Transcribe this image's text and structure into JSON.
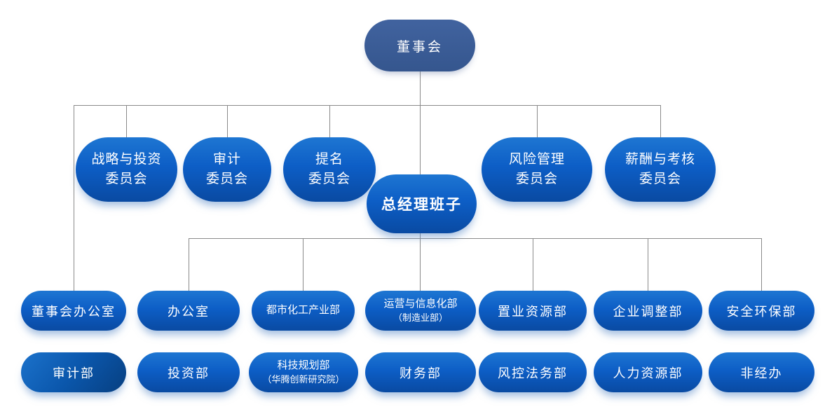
{
  "org": {
    "board": {
      "label": "董事会"
    },
    "committees": [
      {
        "line1": "战略与投资",
        "line2": "委员会"
      },
      {
        "line1": "审计",
        "line2": "委员会"
      },
      {
        "line1": "提名",
        "line2": "委员会"
      },
      {
        "line1": "风险管理",
        "line2": "委员会"
      },
      {
        "line1": "薪酬与考核",
        "line2": "委员会"
      }
    ],
    "general_manager": {
      "label": "总经理班子"
    },
    "row1": [
      {
        "line1": "董事会办公室"
      },
      {
        "line1": "办公室"
      },
      {
        "line1": "都市化工产业部"
      },
      {
        "line1": "运营与信息化部",
        "line2": "（制造业部）"
      },
      {
        "line1": "置业资源部"
      },
      {
        "line1": "企业调整部"
      },
      {
        "line1": "安全环保部"
      }
    ],
    "row2": [
      {
        "line1": "审计部"
      },
      {
        "line1": "投资部"
      },
      {
        "line1": "科技规划部",
        "line2": "（华腾创新研究院）"
      },
      {
        "line1": "财务部"
      },
      {
        "line1": "风控法务部"
      },
      {
        "line1": "人力资源部"
      },
      {
        "line1": "非经办"
      }
    ],
    "colors": {
      "board_fill": "#3a5a9c",
      "node_blue_light": "#1e76d2",
      "node_blue_dark": "#094aa2",
      "audit_dept_dark": "#073f80",
      "connector": "#8a8a8a",
      "text": "#ffffff"
    }
  }
}
